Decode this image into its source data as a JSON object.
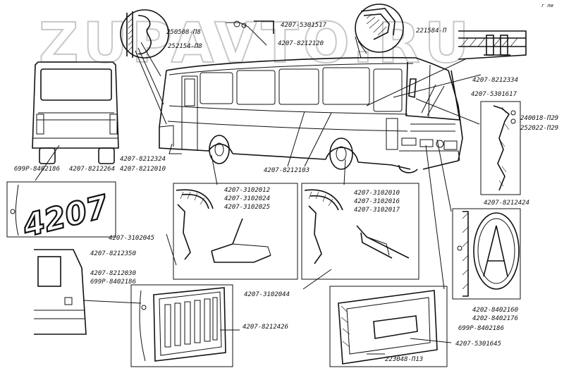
{
  "watermark": "ZUPAVTO.RU",
  "corner_mark": "г ли",
  "badge_text": "4207",
  "labels": {
    "l01": "250508-П8",
    "l02": "4207-5301517",
    "l03": "252154-П8",
    "l04": "4207-8212120",
    "l05": "221584-П",
    "l06": "4207-8212334",
    "l07": "4207-5301617",
    "l08": "240018-П29",
    "l09": "252022-П29",
    "l10": "4207-8212324",
    "l11": "4207-8212010",
    "l12": "4207-8212103",
    "l13": "699Р-8402186",
    "l14": "4207-8212264",
    "l15": "4207-3102012",
    "l16": "4207-3102024",
    "l17": "4207-3102025",
    "l18": "4207-3102010",
    "l19": "4207-3102016",
    "l20": "4207-3102017",
    "l21": "4207-8212424",
    "l22": "4207-3102045",
    "l23": "4207-8212350",
    "l24": "4207-8212030",
    "l25": "699Р-8402186",
    "l26": "4207-3102044",
    "l27": "4202-8402160",
    "l28": "4202-8402176",
    "l29": "699Р-8402186",
    "l30": "4207-8212426",
    "l31": "4207-5301645",
    "l32": "223048-П13"
  }
}
